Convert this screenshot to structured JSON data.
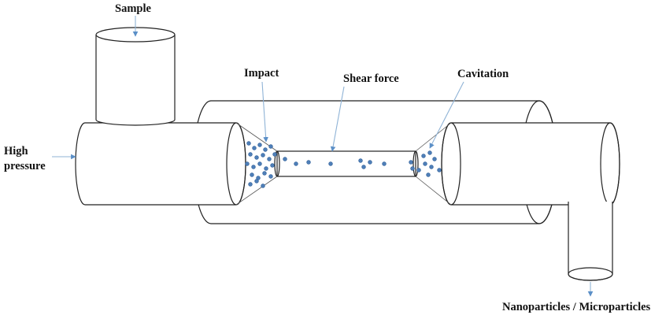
{
  "labels": {
    "sample": "Sample",
    "high": "High",
    "pressure": "pressure",
    "impact": "Impact",
    "shear_force": "Shear force",
    "cavitation": "Cavitation",
    "output": "Nanoparticles / Microparticles"
  },
  "colors": {
    "outline": "#222222",
    "arrow": "#8fb3d6",
    "particle": "#4f7fb8"
  }
}
